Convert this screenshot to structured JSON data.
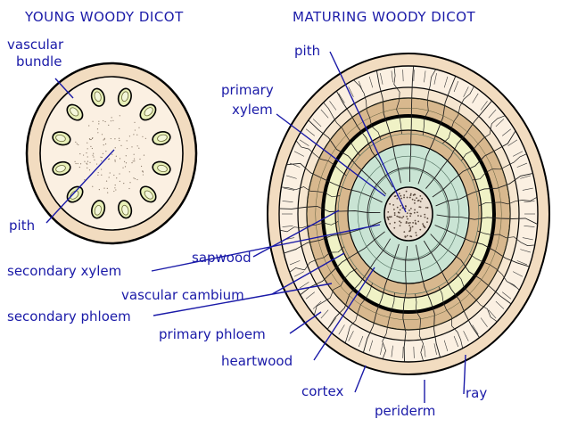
{
  "titles": {
    "young": "YOUNG WOODY DICOT",
    "mature": "MATURING WOODY DICOT"
  },
  "labels": {
    "vascular": "vascular",
    "bundle": "bundle",
    "pith_young": "pith",
    "pith_mature": "pith",
    "primary": "primary",
    "xylem": "xylem",
    "sapwood": "sapwood",
    "secondary_xylem": "secondary xylem",
    "vascular_cambium": "vascular cambium",
    "secondary_phloem": "secondary phloem",
    "primary_phloem": "primary phloem",
    "heartwood": "heartwood",
    "cortex": "cortex",
    "periderm": "periderm",
    "ray": "ray"
  },
  "colors": {
    "label_text": "#1a1aa8",
    "outline": "#000000",
    "periderm_fill": "#f2dcc0",
    "cortex_fill": "#fbf0e2",
    "phloem_band": "#d8b88e",
    "sapwood_fill": "#f0f2c6",
    "heartwood_fill": "#c9e4d4",
    "pith_fill": "#e9ddd0",
    "bundle_fill": "#e8f0b8"
  }
}
